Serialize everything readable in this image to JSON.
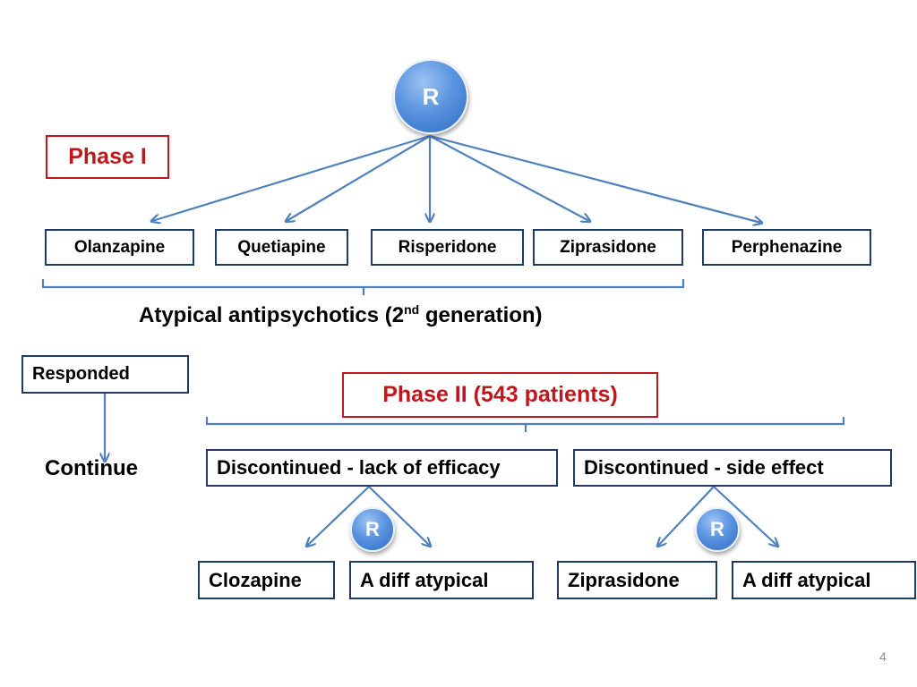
{
  "colors": {
    "connector": "#4f81bd",
    "box_border": "#1f3b63",
    "phase_red": "#c0171c"
  },
  "top_randomizer": {
    "label": "R"
  },
  "phase1": {
    "label": "Phase I"
  },
  "phase1_drugs": [
    "Olanzapine",
    "Quetiapine",
    "Risperidone",
    "Ziprasidone",
    "Perphenazine"
  ],
  "atypical_caption": {
    "prefix": "Atypical antipsychotics (2",
    "superscript": "nd",
    "suffix": " generation)"
  },
  "responded": {
    "label": "Responded"
  },
  "continue": {
    "label": "Continue"
  },
  "phase2": {
    "label": "Phase II (543 patients)"
  },
  "phase2_branches": {
    "efficacy": "Discontinued - lack of efficacy",
    "side_effect": "Discontinued - side effect"
  },
  "efficacy_randomizer": {
    "label": "R"
  },
  "side_effect_randomizer": {
    "label": "R"
  },
  "efficacy_options": [
    "Clozapine",
    "A diff atypical"
  ],
  "side_effect_options": [
    "Ziprasidone",
    "A diff atypical"
  ],
  "slide": {
    "page_number": "4"
  }
}
